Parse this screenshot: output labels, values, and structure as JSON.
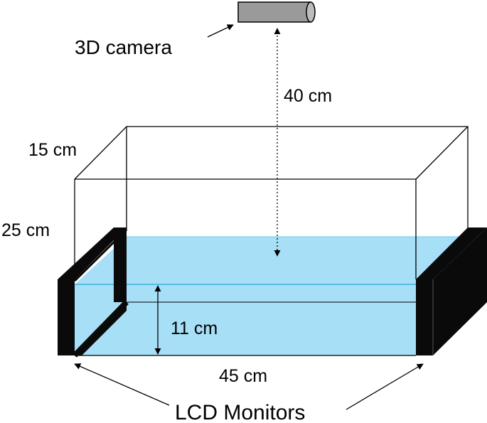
{
  "labels": {
    "camera": "3D camera",
    "camera_height": "40 cm",
    "depth": "15 cm",
    "height": "25 cm",
    "water_level": "11 cm",
    "length": "45 cm",
    "monitors": "LCD Monitors"
  },
  "colors": {
    "water": "#a6dff6",
    "water_edge": "#52c1ec",
    "monitor": "#0a0a0a",
    "camera_body": "#9a9a9a",
    "line": "#000000"
  }
}
